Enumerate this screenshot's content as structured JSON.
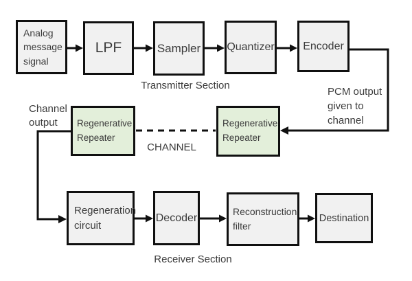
{
  "diagram": {
    "colors": {
      "background": "#ffffff",
      "block_fill": "#f1f1f1",
      "repeater_fill": "#e3efda",
      "line": "#101010",
      "text": "#3b3b3b"
    },
    "blocks": {
      "analog": "Analog\nmessage\nsignal",
      "lpf": "LPF",
      "sampler": "Sampler",
      "quantizer": "Quantizer",
      "encoder": "Encoder",
      "repeater_left": "Regenerative\nRepeater",
      "repeater_right": "Regenerative\nRepeater",
      "regeneration": "Regeneration\ncircuit",
      "decoder": "Decoder",
      "reconstruction": "Reconstruction\nfilter",
      "destination": "Destination"
    },
    "labels": {
      "transmitter_section": "Transmitter Section",
      "receiver_section": "Receiver Section",
      "channel": "CHANNEL",
      "channel_output": "Channel\noutput",
      "pcm_output": "PCM output\ngiven to\nchannel"
    }
  }
}
